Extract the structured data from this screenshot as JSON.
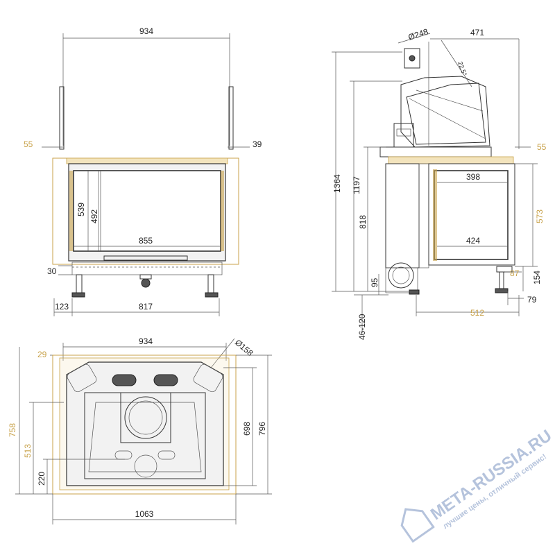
{
  "front_view": {
    "width_top": "934",
    "left_offset": "55",
    "right_offset": "39",
    "height_inner": "539",
    "height_glass": "492",
    "glass_width": "855",
    "foot_height": "30",
    "foot_offset": "123",
    "base_width": "817"
  },
  "side_view": {
    "flue_diameter": "Ø248",
    "depth_top": "471",
    "angle": "22,5°",
    "total_height": "1364",
    "height_to_outlet": "1197",
    "height_inner": "818",
    "window_top_width": "398",
    "window_bottom_width": "424",
    "window_height": "573",
    "right_offset": "55",
    "foot_height": "95",
    "foot_range": "46-120",
    "bottom_offset": "87",
    "base_height": "154",
    "foot_depth": "79",
    "base_depth": "512"
  },
  "top_view": {
    "width": "934",
    "inlet_diameter": "Ø158",
    "left_gap": "29",
    "depth_total": "758",
    "depth_inner": "513",
    "depth_front": "220",
    "depth_698": "698",
    "depth_796": "796",
    "total_width": "1063"
  },
  "watermark": {
    "brand": "МЕТА-RUSSIA.RU",
    "slogan": "лучшие цены, отличный сервис!"
  },
  "colors": {
    "line": "#333333",
    "accent_gold": "#c8a24a",
    "watermark": "#a9b9d6"
  }
}
